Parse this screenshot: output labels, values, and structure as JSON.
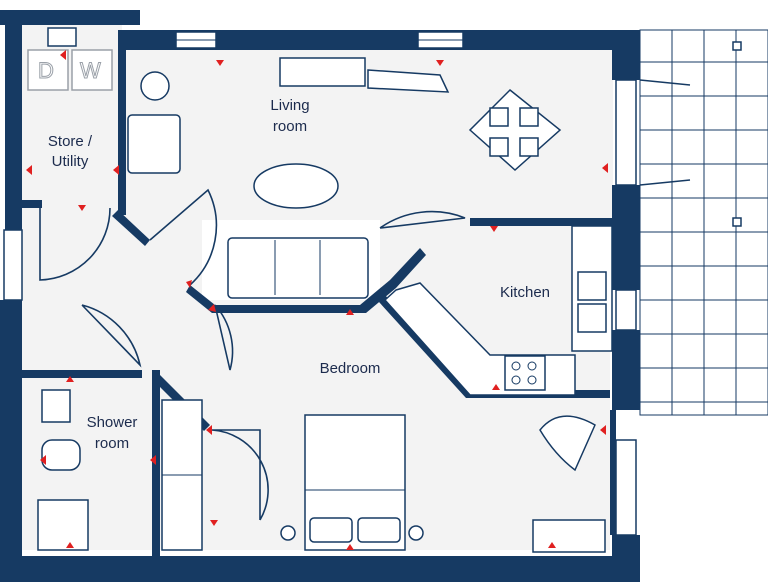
{
  "rooms": {
    "living": {
      "line1": "Living",
      "line2": "room"
    },
    "store": {
      "line1": "Store /",
      "line2": "Utility"
    },
    "kitchen": {
      "label": "Kitchen"
    },
    "bedroom": {
      "label": "Bedroom"
    },
    "shower": {
      "line1": "Shower",
      "line2": "room"
    }
  },
  "appliances": {
    "dishwasher": "D",
    "washer": "W"
  },
  "colors": {
    "wall": "#163a63",
    "floor": "#f3f3f3",
    "marker": "#e02020",
    "text": "#1c2b4d"
  },
  "icons": [
    "door-swing-icon",
    "window-icon",
    "sofa-icon",
    "armchair-icon",
    "dining-table-icon",
    "coffee-table-icon",
    "bed-icon",
    "sink-icon",
    "hob-icon",
    "toilet-icon",
    "wardrobe-icon",
    "lamp-icon",
    "socket-marker-icon"
  ]
}
